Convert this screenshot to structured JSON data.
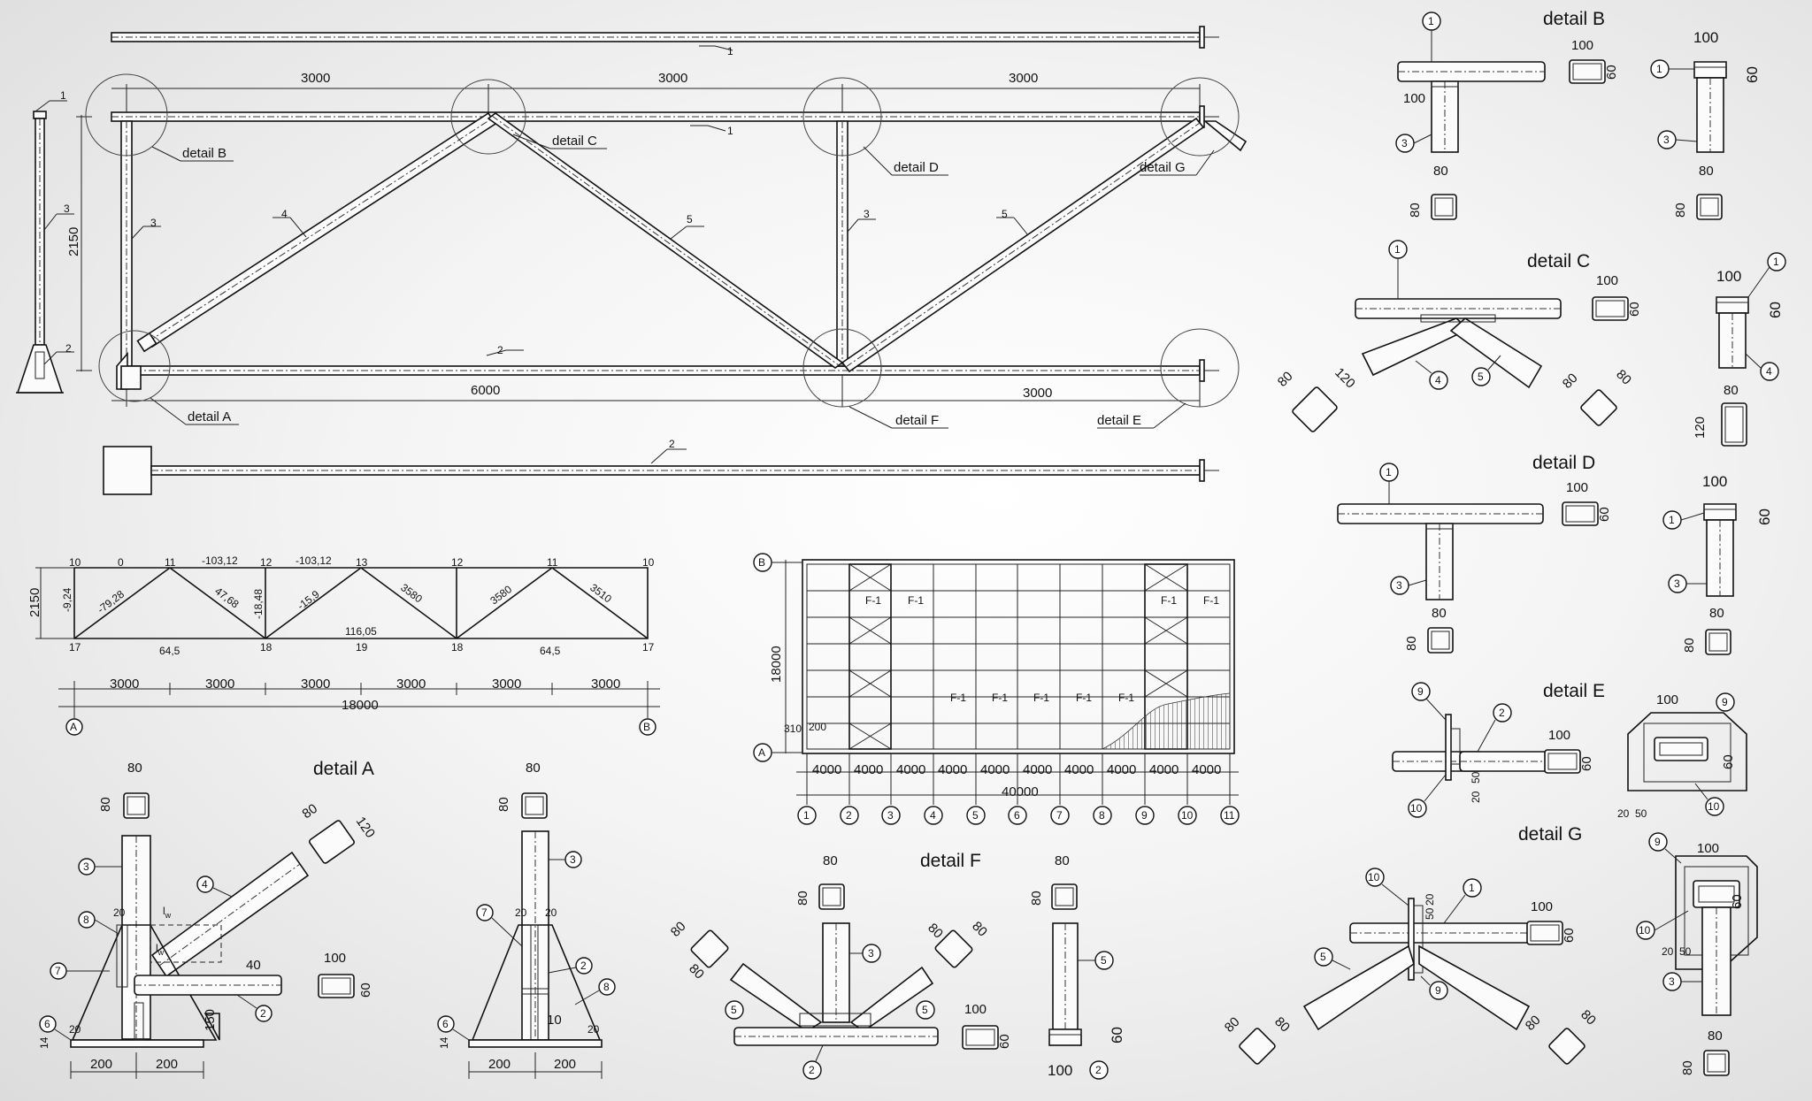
{
  "elevation": {
    "panel_dims": [
      "3000",
      "3000",
      "3000"
    ],
    "bottom_dims": [
      "6000",
      "3000"
    ],
    "height": "2150",
    "member_labels": {
      "top": "1",
      "bottom": "2",
      "post_left": "3",
      "post_mid": "3",
      "diag_left": "4",
      "diag_mid": "5",
      "diag_right": "5",
      "side_top": "1",
      "side_post": "3",
      "side_base": "2",
      "top_piece": "1",
      "bottom_piece": "2"
    },
    "detail_callouts": [
      "detail B",
      "detail C",
      "detail D",
      "detail G",
      "detail A",
      "detail F",
      "detail E"
    ]
  },
  "force_diagram": {
    "height": "2150",
    "top_nodes": [
      "10",
      "11",
      "12",
      "13",
      "12",
      "11",
      "10"
    ],
    "bottom_nodes": [
      "17",
      "18",
      "19",
      "18",
      "17"
    ],
    "forces": [
      "0",
      "-103,12",
      "-103,12",
      "-79,28",
      "47,68",
      "-18,48",
      "-15,9",
      "3580",
      "3580",
      "3510",
      "-9,24",
      "116,05",
      "64,5",
      "64,5"
    ],
    "spans": [
      "3000",
      "3000",
      "3000",
      "3000",
      "3000",
      "3000"
    ],
    "total": "18000",
    "axes": [
      "A",
      "B"
    ]
  },
  "plan": {
    "axis_rows": [
      "B",
      "A"
    ],
    "height_dim": "18000",
    "offsets": [
      "310",
      "200"
    ],
    "spans": [
      "4000",
      "4000",
      "4000",
      "4000",
      "4000",
      "4000",
      "4000",
      "4000",
      "4000",
      "4000"
    ],
    "total": "40000",
    "axis_cols": [
      "1",
      "2",
      "3",
      "4",
      "5",
      "6",
      "7",
      "8",
      "9",
      "10",
      "11"
    ],
    "mark": "F-1"
  },
  "detail_A": {
    "title": "detail A",
    "dims": [
      "80",
      "80",
      "80",
      "120",
      "80",
      "80",
      "100",
      "60",
      "200",
      "200",
      "200",
      "200",
      "40",
      "150",
      "20",
      "20",
      "20",
      "20",
      "14",
      "14",
      "10"
    ],
    "tags": [
      "3",
      "4",
      "8",
      "7",
      "6",
      "2",
      "3",
      "7",
      "2",
      "8",
      "6"
    ],
    "weld_note": "l",
    "weld_sub": "w"
  },
  "detail_B": {
    "title": "detail B",
    "dims": [
      "100",
      "100",
      "60",
      "80",
      "80",
      "100",
      "60",
      "80",
      "80"
    ],
    "tags": [
      "1",
      "3",
      "1",
      "3"
    ]
  },
  "detail_C": {
    "title": "detail C",
    "dims": [
      "100",
      "60",
      "80",
      "120",
      "80",
      "80",
      "100",
      "60",
      "80",
      "120"
    ],
    "tags": [
      "1",
      "4",
      "5",
      "1",
      "4"
    ]
  },
  "detail_D": {
    "title": "detail D",
    "dims": [
      "100",
      "60",
      "80",
      "80",
      "100",
      "60",
      "80",
      "80"
    ],
    "tags": [
      "1",
      "3",
      "1",
      "3"
    ]
  },
  "detail_E": {
    "title": "detail E",
    "dims": [
      "100",
      "60",
      "20",
      "50",
      "100",
      "60",
      "20",
      "50"
    ],
    "tags": [
      "9",
      "2",
      "10",
      "9",
      "10"
    ]
  },
  "detail_F": {
    "title": "detail F",
    "dims": [
      "80",
      "80",
      "80",
      "80",
      "80",
      "80",
      "100",
      "60",
      "80",
      "80",
      "60",
      "100"
    ],
    "tags": [
      "3",
      "5",
      "5",
      "2",
      "5",
      "2"
    ]
  },
  "detail_G": {
    "title": "detail G",
    "dims": [
      "50",
      "20",
      "100",
      "60",
      "80",
      "80",
      "80",
      "80",
      "100",
      "60",
      "20",
      "50",
      "80",
      "80"
    ],
    "tags": [
      "10",
      "1",
      "5",
      "9",
      "9",
      "10",
      "3"
    ]
  }
}
